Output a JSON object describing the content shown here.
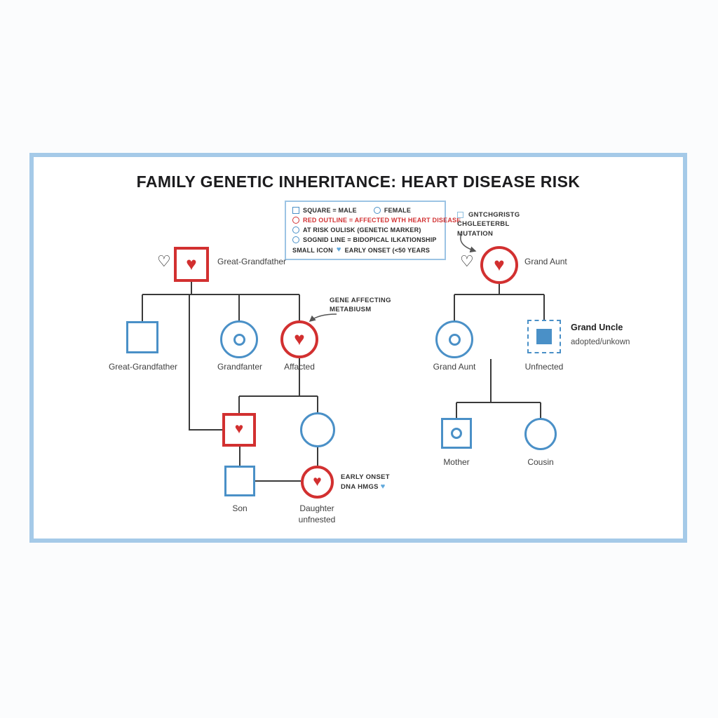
{
  "colors": {
    "panel_border": "#a5cae8",
    "symbol_blue": "#4a90c7",
    "affected_red": "#d23030",
    "line_gray": "#3a3a3a",
    "text_dark": "#1c1c1e"
  },
  "icons": {
    "heart_filled": "♥",
    "heart_outline": "♡"
  },
  "title": "FAMILY GENETIC INHERITANCE: HEART DISEASE RISK",
  "legend": {
    "male": "SQUARE = MALE",
    "female": "FEMALE",
    "affected": "RED OUTLINE = AFFECTED WTH HEART DISEASE",
    "at_risk": "AT RISK OULISK (GENETIC MARKER)",
    "solid_line": "SOGNID LINE = BIDOPICAL ILKATIONSHIP",
    "early_prefix": "SMALL ICON",
    "early": "EARLY ONSET (<50 YEARS"
  },
  "left_tree": {
    "top_label": "Great-Grandfather",
    "gen2": {
      "p1": "Great-Grandfather",
      "p2": "Grandfanter",
      "p3": "Affacted"
    },
    "gen3": {
      "son": "Son",
      "daughter_line1": "Daughter",
      "daughter_line2": "unfnested"
    },
    "gene_note_line1": "GENE AFFECTING",
    "gene_note_line2": "METABIUSM",
    "early_note_line1": "EARLY ONSET",
    "early_note_line2": "DNA HMGS"
  },
  "right_tree": {
    "top_label": "Grand Aunt",
    "mutation_note_line1": "GNTCHGRISTG",
    "mutation_note_line2": "CHGLEETERBL",
    "mutation_note_line3": "MUTATION",
    "gen2": {
      "p1": "Grand Aunt",
      "p2": "Unfnected",
      "side_title": "Grand Uncle",
      "side_sub": "adopted/unkown"
    },
    "gen3": {
      "p1": "Mother",
      "p2": "Cousin"
    }
  }
}
